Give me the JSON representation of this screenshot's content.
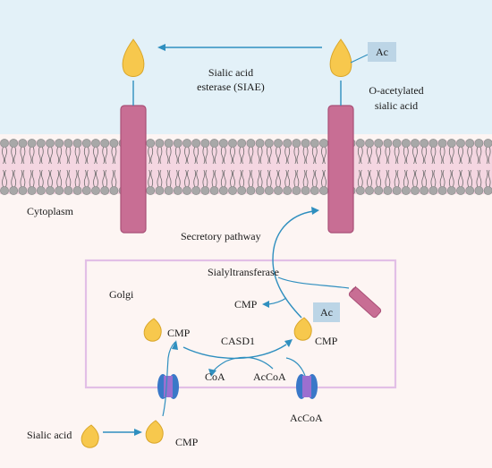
{
  "labels": {
    "siae_line1": "Sialic acid",
    "siae_line2": "esterase (SIAE)",
    "oacetyl_line1": "O-acetylated",
    "oacetyl_line2": "sialic acid",
    "cytoplasm": "Cytoplasm",
    "secretory": "Secretory pathway",
    "sialyltransferase": "Sialyltransferase",
    "golgi": "Golgi",
    "cmp_released": "CMP",
    "cmp_left": "CMP",
    "casd1": "CASD1",
    "cmp_right": "CMP",
    "coa": "CoA",
    "acooa_top": "AcCoA",
    "acooa_bottom": "AcCoA",
    "sialic_acid": "Sialic acid",
    "cmp_bottom": "CMP",
    "ac_top": "Ac",
    "ac_golgi": "Ac"
  },
  "colors": {
    "extracellular": "#e3f1f8",
    "cytoplasm": "#fdf5f3",
    "membrane_fill": "#f4d6e1",
    "lipid_head": "#a8a8a8",
    "protein": "#c86e94",
    "sialic": "#f7c84d",
    "arrow": "#2f8fbf",
    "ac_box": "#bcd5e6",
    "golgi_border": "#e2bfe6",
    "channel": "#3a78c8",
    "channel_inner": "#9b6fd0"
  },
  "icons": [
    "sialic-acid-icon",
    "glycoprotein-icon",
    "transporter-icon",
    "acetyl-tag-icon"
  ]
}
